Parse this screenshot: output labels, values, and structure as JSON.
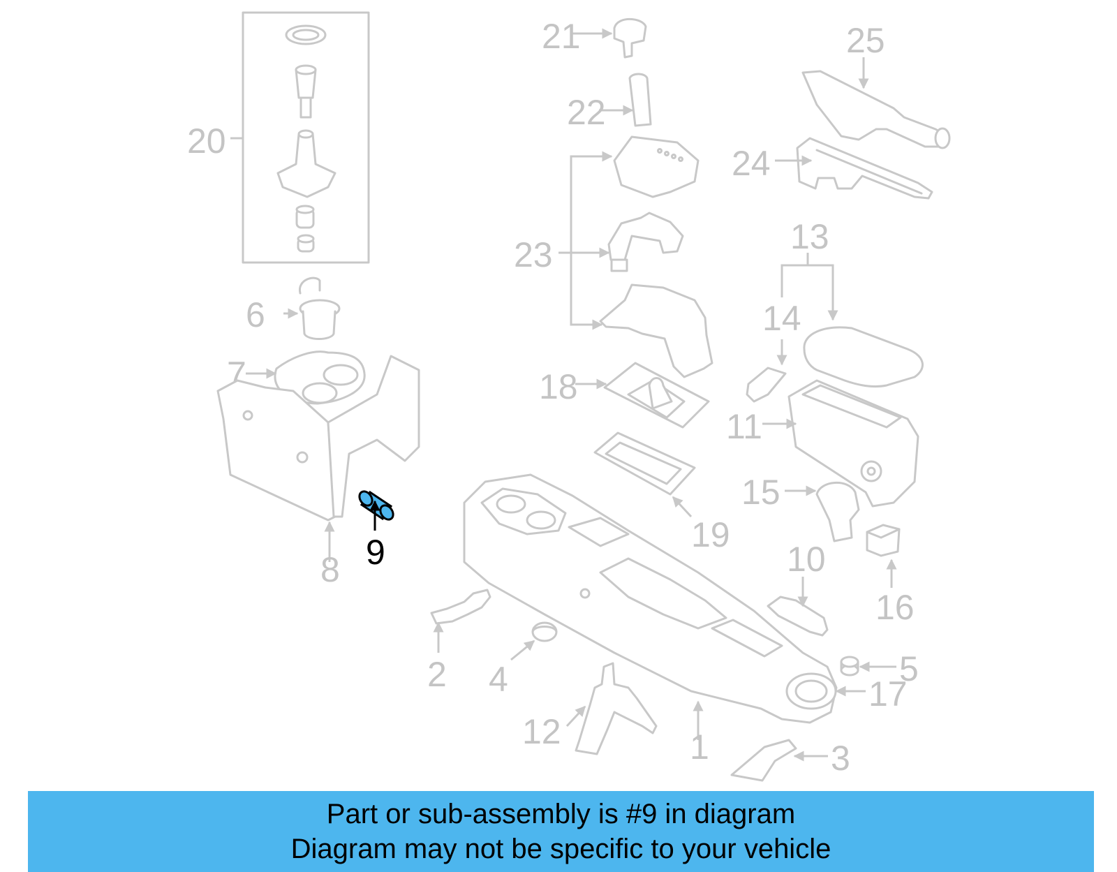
{
  "diagram": {
    "highlighted_part": "9",
    "highlight_color": "#4db6ee",
    "callouts": [
      "1",
      "2",
      "3",
      "4",
      "5",
      "6",
      "7",
      "8",
      "9",
      "10",
      "11",
      "12",
      "13",
      "14",
      "15",
      "16",
      "17",
      "18",
      "19",
      "20",
      "21",
      "22",
      "23",
      "24",
      "25"
    ]
  },
  "banner": {
    "line1": "Part or sub-assembly is #9 in diagram",
    "line2": "Diagram may not be specific to your vehicle",
    "background": "#4db6ee"
  }
}
